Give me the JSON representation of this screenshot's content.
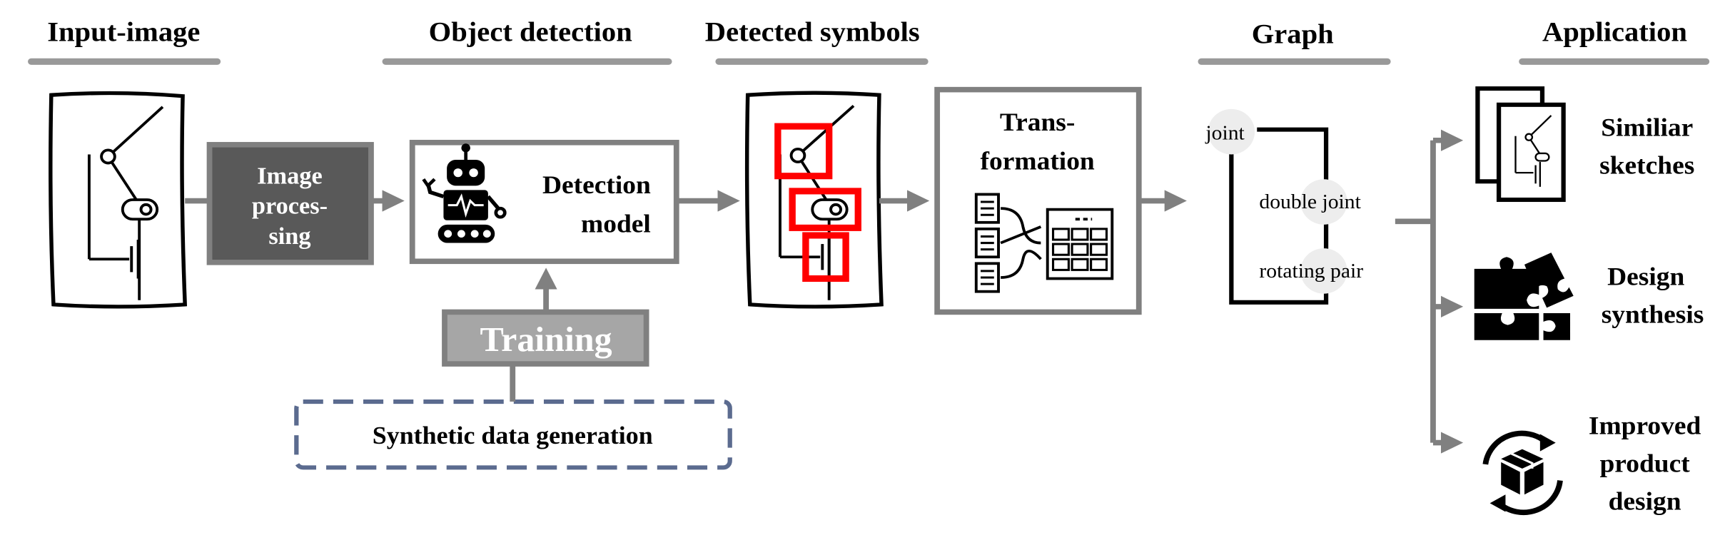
{
  "headers": {
    "input": "Input-image",
    "detection": "Object detection",
    "symbols": "Detected symbols",
    "graph": "Graph",
    "application": "Application"
  },
  "processing": {
    "line1": "Image",
    "line2": "proces-",
    "line3": "sing"
  },
  "model": {
    "line1": "Detection",
    "line2": "model"
  },
  "training": "Training",
  "synthetic": "Synthetic data generation",
  "transformation": {
    "line1": "Trans-",
    "line2": "formation"
  },
  "graph_nodes": {
    "joint": "joint",
    "double_joint": "double joint",
    "rotating_pair": "rotating pair"
  },
  "applications": {
    "similar": {
      "line1": "Similiar",
      "line2": "sketches"
    },
    "design": {
      "line1": "Design",
      "line2": "synthesis"
    },
    "improved": {
      "line1": "Improved",
      "line2": "product",
      "line3": "design"
    }
  },
  "icons": [
    "robot-icon",
    "transformation-icon",
    "puzzle-icon",
    "recycle-box-icon",
    "sketch-icon"
  ],
  "colors": {
    "arrow": "#808080",
    "dark_box": "#595959",
    "red": "#ff0000",
    "dashed": "#5b6b8f",
    "training": "#a6a6a6"
  }
}
